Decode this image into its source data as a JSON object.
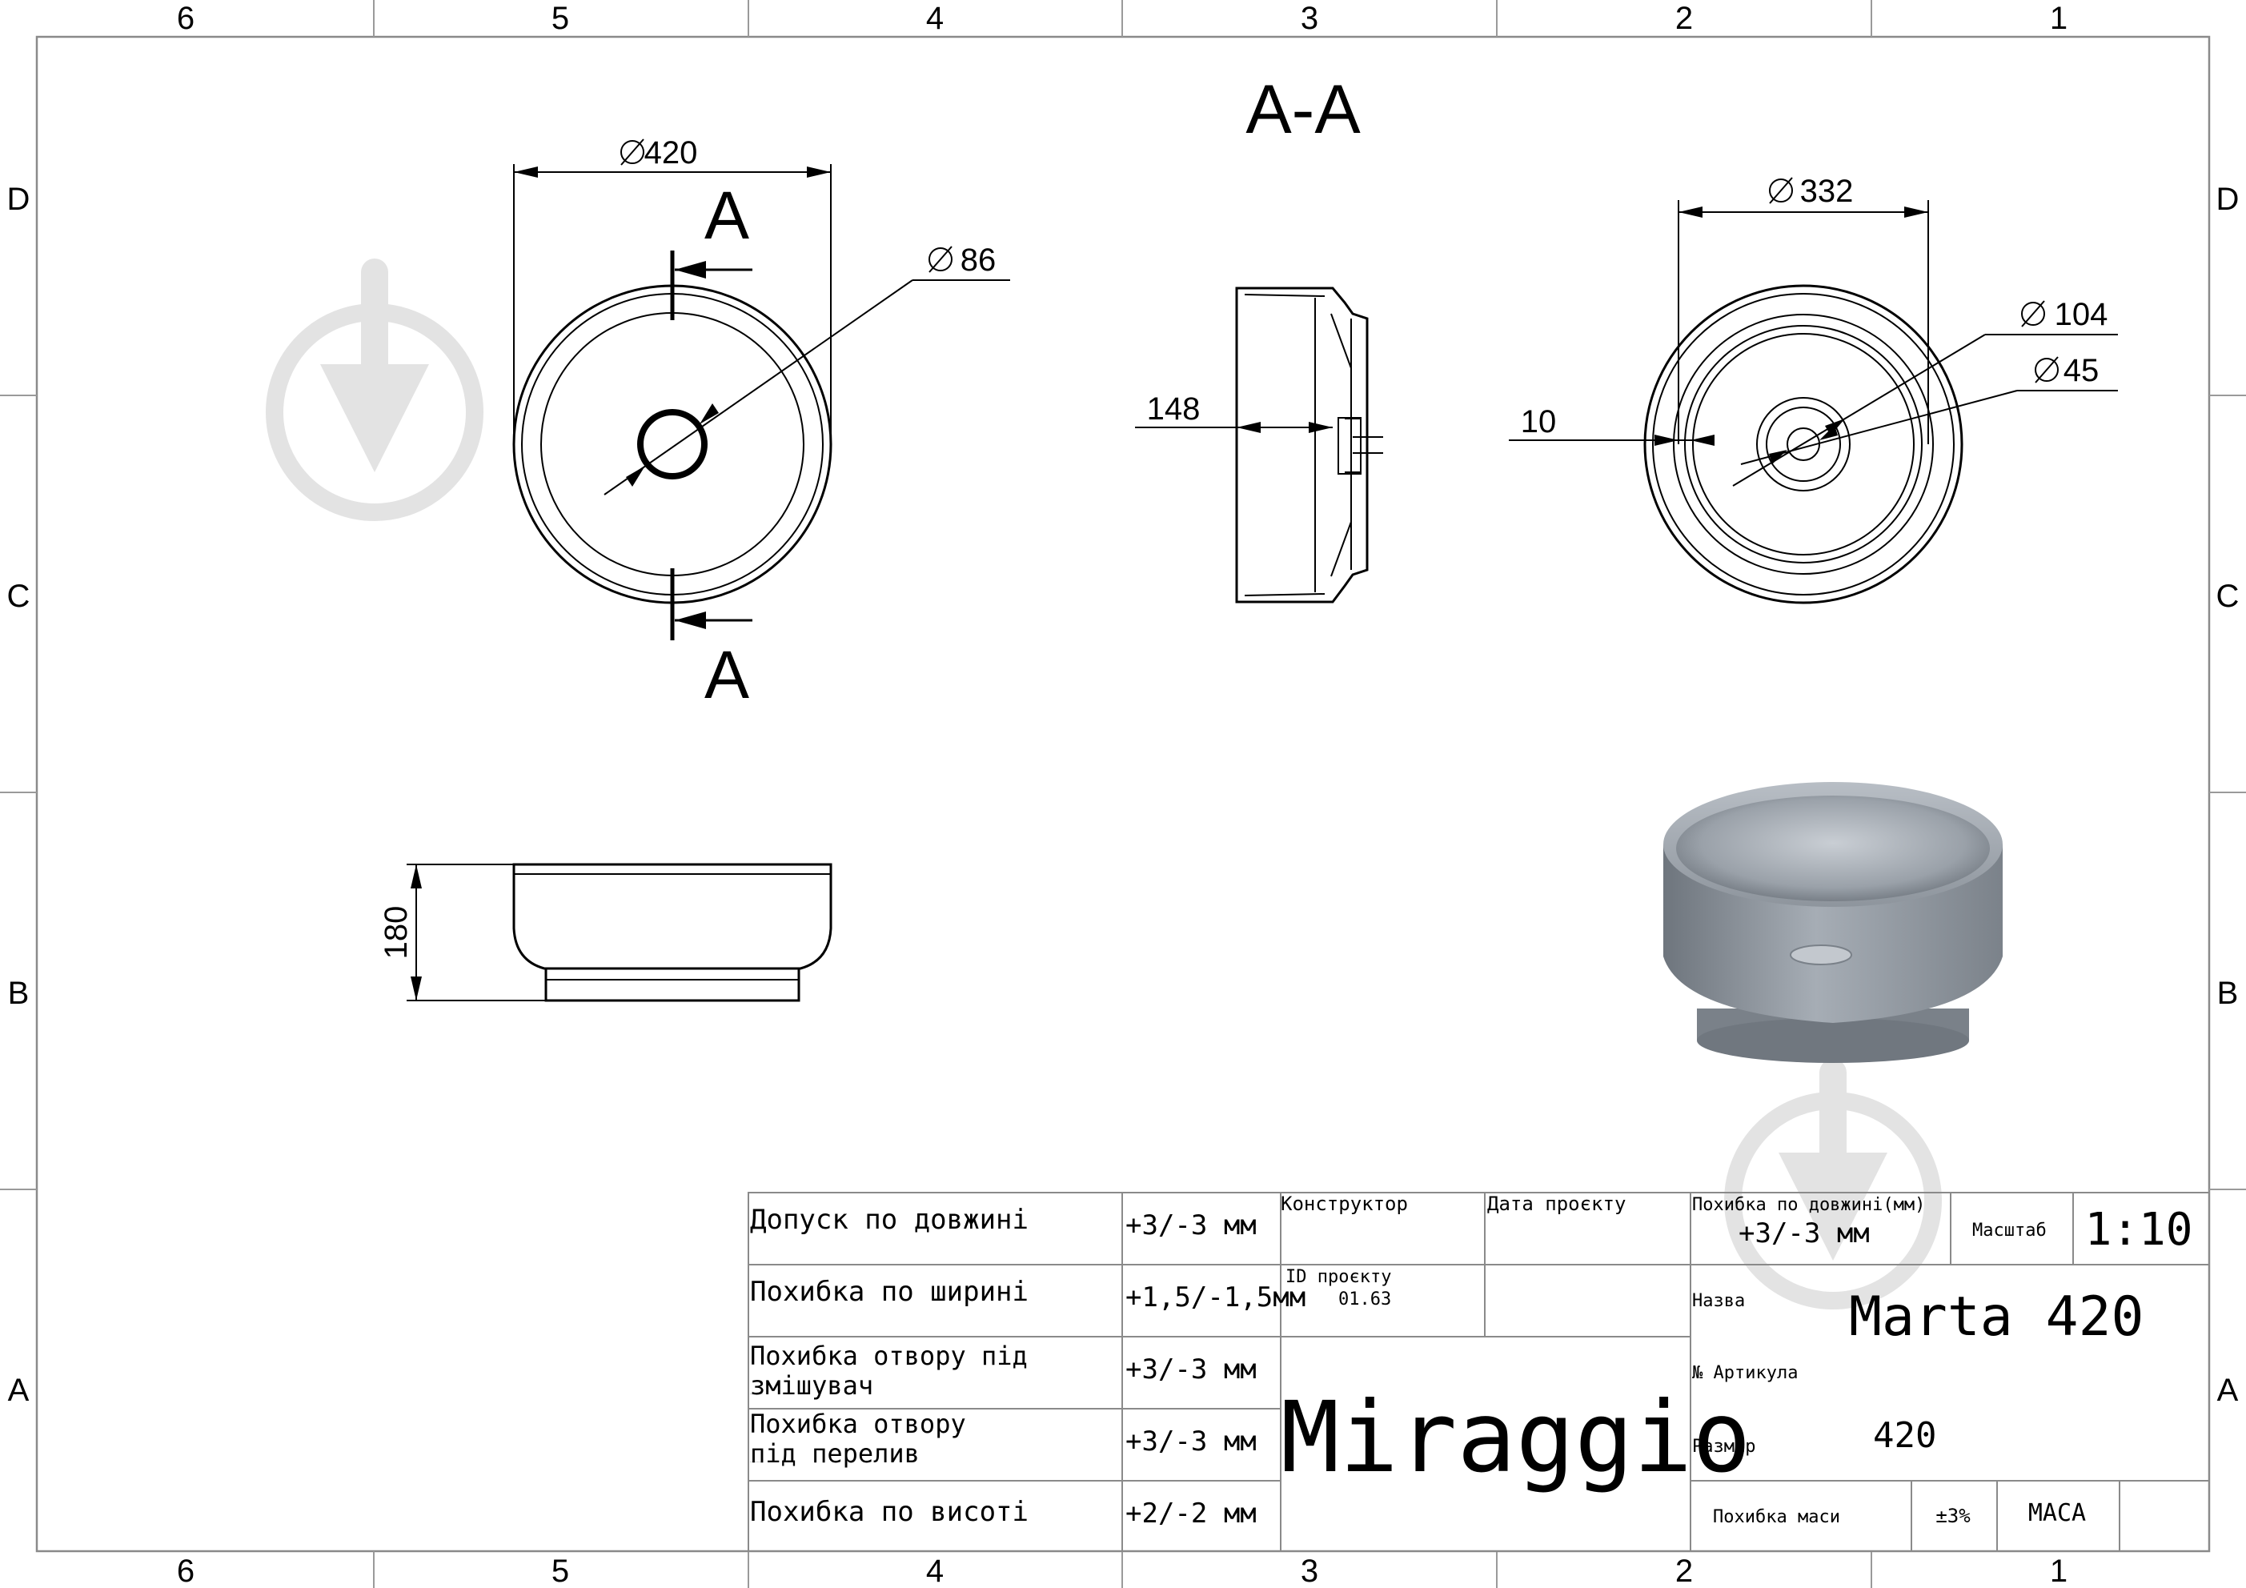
{
  "zones": {
    "columns": [
      "6",
      "5",
      "4",
      "3",
      "2",
      "1"
    ],
    "rows": [
      "D",
      "C",
      "B",
      "A"
    ]
  },
  "section_title": "A-A",
  "section_marker": "A",
  "dimensions": {
    "top_outer_diameter": "420",
    "drain_diameter": "86",
    "section_depth": "148",
    "bottom_outer_diameter": "332",
    "bottom_foot_diameter": "104",
    "bottom_drain_diameter": "45",
    "bottom_wall": "10",
    "height": "180"
  },
  "tolerances": [
    {
      "label": "Допуск по довжині",
      "value": "+3/-3 мм"
    },
    {
      "label": "Похибка по ширині",
      "value": "+1,5/-1,5мм"
    },
    {
      "label": "Похибка отвору під змішувач",
      "value": "+3/-3 мм"
    },
    {
      "label": "Похибка отвору під перелив",
      "value": "+3/-3 мм"
    },
    {
      "label": "Похибка по висоті",
      "value": "+2/-2 мм"
    }
  ],
  "title_block": {
    "constructor_label": "Конструктор",
    "project_date_label": "Дата проєкту",
    "project_id_label": "ID проєкту",
    "project_id_value": "01.63",
    "brand": "Miraggio",
    "length_tolerance_label": "Похибка по довжині(мм)",
    "length_tolerance_value": "+3/-3 мм",
    "scale_label": "Масштаб",
    "scale_value": "1:10",
    "name_label": "Назва",
    "name_value": "Marta 420",
    "article_label": "№ Артикула",
    "size_label": "Размір",
    "size_value": "420",
    "mass_tolerance_label": "Похибка маси",
    "mass_tolerance_value": "±3%",
    "mass_label": "МАСА"
  },
  "colors": {
    "line": "#000000",
    "frame": "#8a8a8a",
    "watermark": "#e3e3e3",
    "render_body": "#8c939b"
  }
}
